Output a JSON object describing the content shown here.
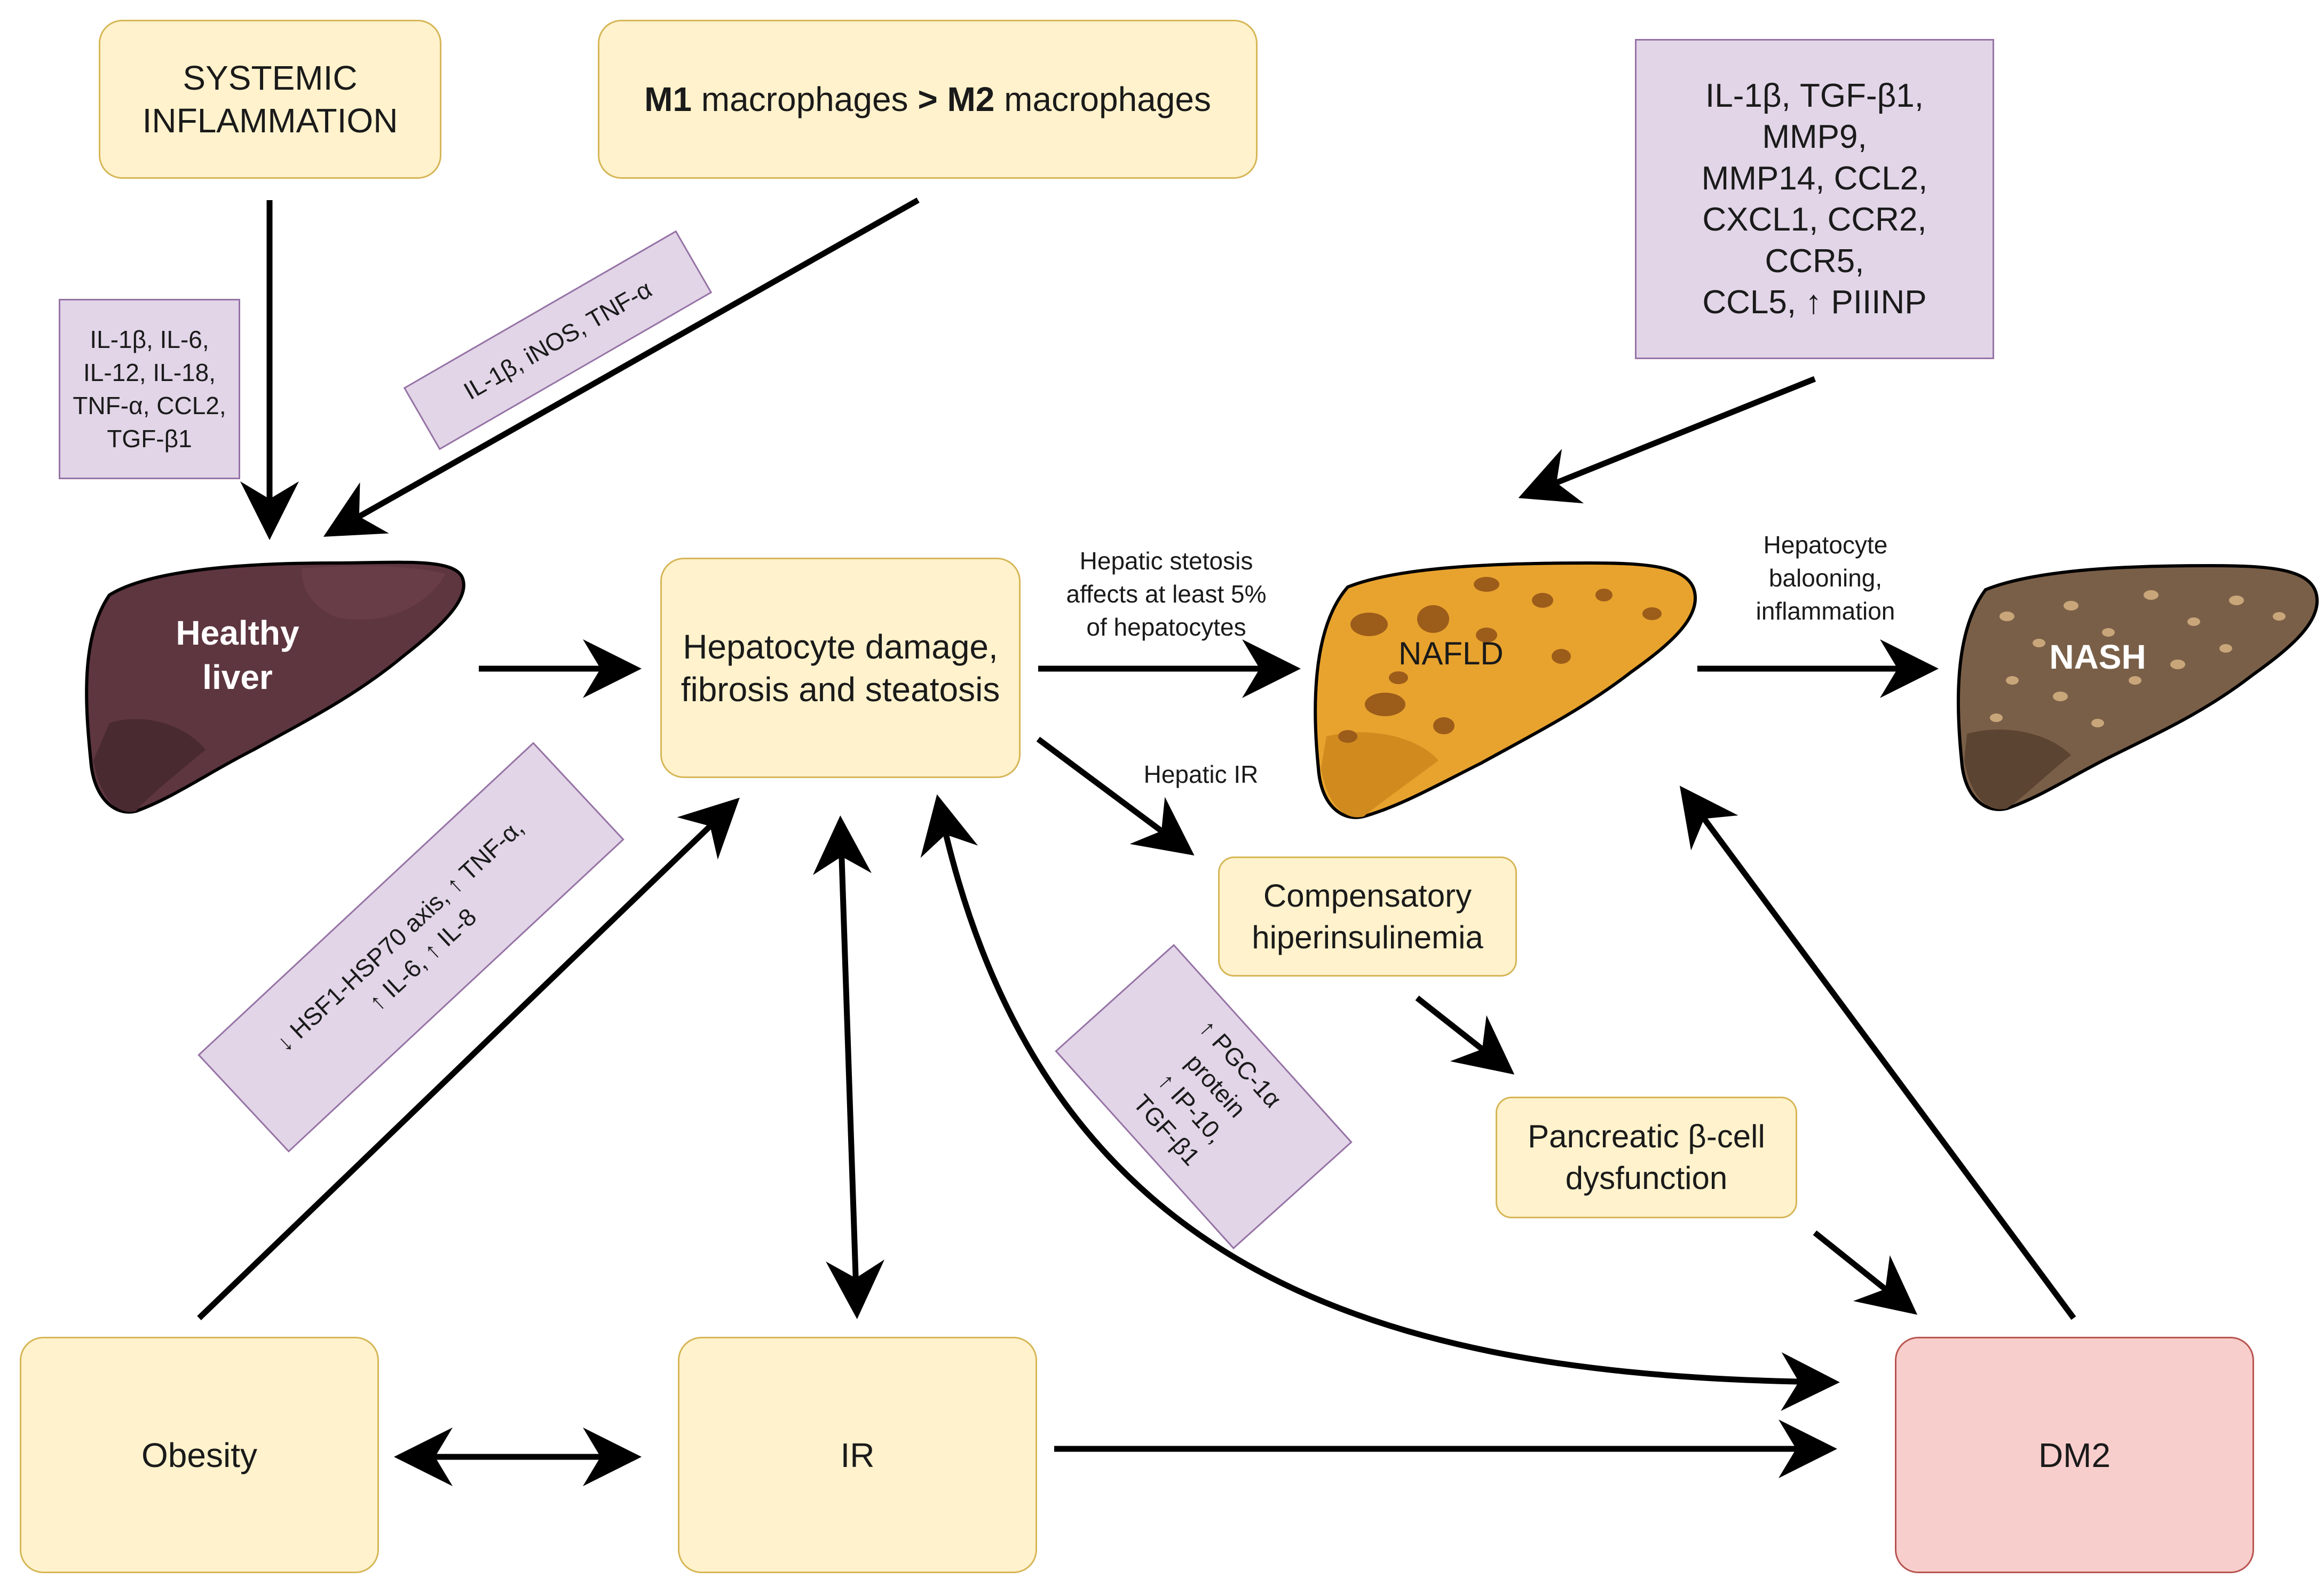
{
  "boxes": {
    "systemic": "SYSTEMIC\nINFLAMMATION",
    "macro_m1": "M1",
    "macro_mid": " macrophages ",
    "macro_gt": ">",
    "macro_m2": "M2",
    "macro_end": " macrophages",
    "hepatocyte": "Hepatocyte damage,\nfibrosis and steatosis",
    "compensatory": "Compensatory\nhiperinsulinemia",
    "pancreatic": "Pancreatic β-cell\ndysfunction",
    "obesity": "Obesity",
    "ir": "IR",
    "dm2": "DM2"
  },
  "markers": {
    "left": "IL-1β, IL-6,\nIL-12, IL-18,\nTNF-α, CCL2,\nTGF-β1",
    "diag_top": "IL-1β, iNOS, TNF-α",
    "top_right": "IL-1β, TGF-β1,\nMMP9,\nMMP14, CCL2,\nCXCL1, CCR2,\nCCR5,\nCCL5, ↑ PIIINP",
    "diag_bottom": "↓ HSF1-HSP70 axis, ↑ TNF-α,\n↑ IL-6, ↑ IL-8",
    "diag_pgc": "↑ PGC-1α\nprotein\n↑ IP-10,\nTGF-β1"
  },
  "livers": {
    "healthy": "Healthy\nliver",
    "nafld": "NAFLD",
    "nash": "NASH"
  },
  "labels": {
    "steatosis": "Hepatic stetosis\naffects at least 5%\nof hepatocytes",
    "ballooning": "Hepatocyte\nbalooning,\ninflammation",
    "hepatic_ir": "Hepatic IR"
  },
  "colors": {
    "healthy_liver": "#5e3640",
    "nafld_liver": "#e8a32e",
    "nash_liver": "#7a5f48",
    "yellow_fill": "#fff2cc",
    "purple_fill": "#e1d5e7",
    "red_fill": "#f8cecc"
  }
}
